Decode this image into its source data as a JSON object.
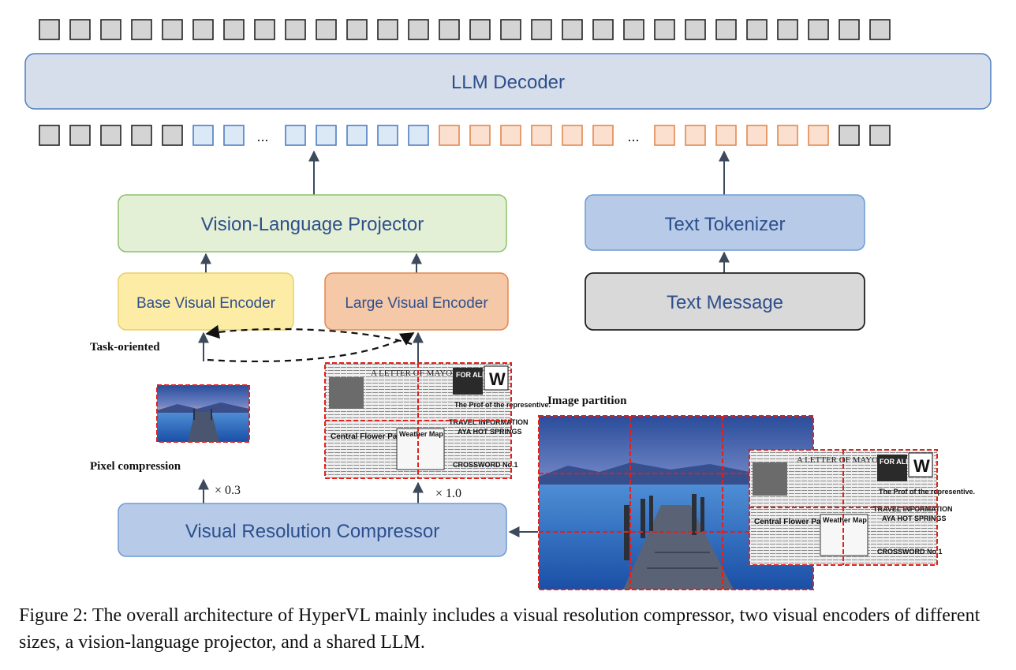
{
  "boxes": {
    "llm_decoder": "LLM Decoder",
    "vl_projector": "Vision-Language Projector",
    "text_tokenizer": "Text Tokenizer",
    "base_encoder": "Base Visual Encoder",
    "large_encoder": "Large Visual Encoder",
    "text_message": "Text Message",
    "compressor": "Visual Resolution Compressor"
  },
  "annotations": {
    "task_oriented": "Task-oriented",
    "pixel_compression": "Pixel compression",
    "image_partition": "Image partition",
    "scale_small": "× 0.3",
    "scale_full": "× 1.0",
    "ellipsis": "..."
  },
  "newspaper": {
    "headline": "A LETTER OF MAYOR",
    "badge": "FOR ALL SPORTS LOVERS!",
    "w_logo": "W",
    "prof": "The Prof of the representive.",
    "travel": "TRAVEL INFORMATION",
    "springs": "AYA HOT SPRINGS",
    "flower": "Central Flower Park",
    "weather": "Weather Map",
    "crossword": "CROSSWORD No.1"
  },
  "colors": {
    "token_gray": "#d4d4d4",
    "token_blue": "#dbe8f6",
    "token_orange": "#fbe0d0",
    "blue_border": "#4f7fc0",
    "orange_border": "#e4874f",
    "llm_fill": "#d5deea",
    "projector_fill": "#e3f0d6",
    "projector_border": "#8cc26a",
    "tokenizer_fill": "#b7cbe8",
    "base_fill": "#fdeca6",
    "large_fill": "#f5c8a8",
    "message_fill": "#d9d9d9",
    "red_dash": "#e2201c"
  },
  "caption": "Figure 2: The overall architecture of HyperVL mainly includes a visual resolution compressor, two visual encoders of different sizes, a vision-language projector, and a shared LLM."
}
